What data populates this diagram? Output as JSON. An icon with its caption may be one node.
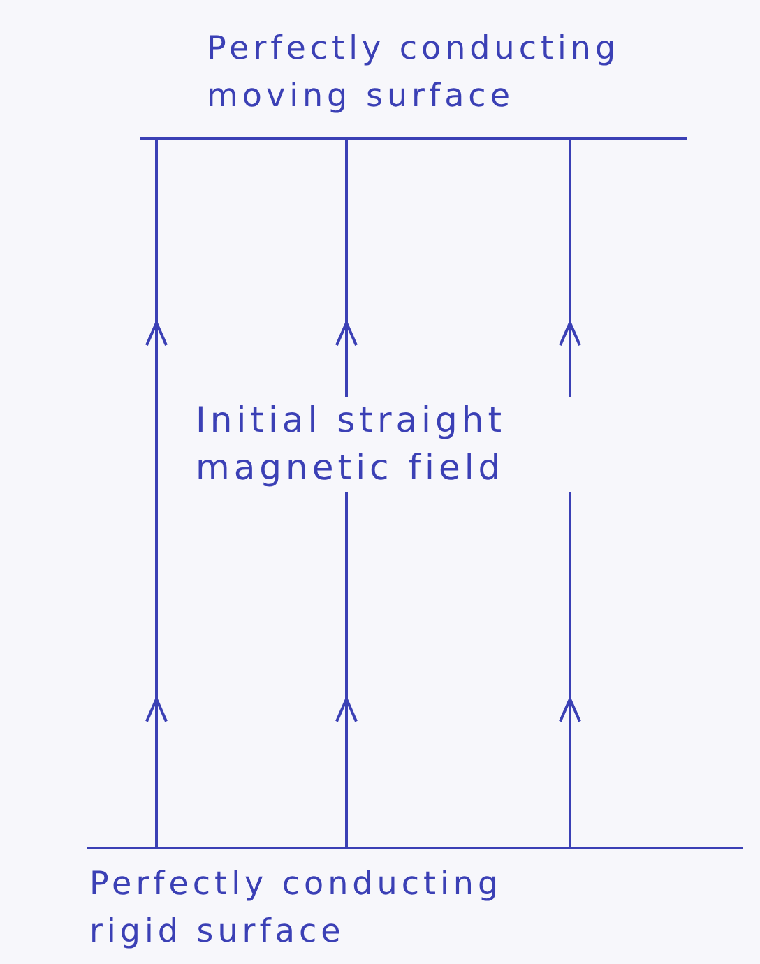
{
  "diagram": {
    "nodes": [
      {
        "text": [
          "Perfectly conducting moving surface"
        ]
      },
      {
        "text": [
          "Perfectly conducting rigid surface"
        ]
      }
    ],
    "edges": [
      {
        "from": 1,
        "to": 0,
        "arrow": "to"
      },
      {
        "from": 1,
        "to": 0,
        "arrow": "to"
      },
      {
        "from": 1,
        "to": 0,
        "arrow": "to"
      }
    ],
    "labels": [
      "Initial straight magnetic field"
    ]
  }
}
